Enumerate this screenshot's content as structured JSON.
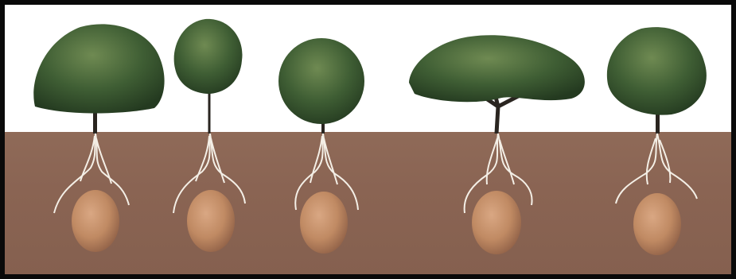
{
  "scene": {
    "colors": {
      "frame": "#0a0a0a",
      "sky": "#ffffff",
      "soil": "#8a6453",
      "foliage_dark": "#2f4a2a",
      "foliage_mid": "#4a6a3a",
      "foliage_light": "#6f8a52",
      "trunk": "#2a2520",
      "root": "#f4efe6",
      "pod": "#c8946c",
      "pod_shade": "#9c6c4c"
    },
    "trees": [
      {
        "name": "tree-1",
        "shape": "broad-dome"
      },
      {
        "name": "tree-2",
        "shape": "tall-narrow"
      },
      {
        "name": "tree-3",
        "shape": "round"
      },
      {
        "name": "tree-4",
        "shape": "wide-spreading"
      },
      {
        "name": "tree-5",
        "shape": "irregular"
      }
    ],
    "pod_count": 5
  }
}
